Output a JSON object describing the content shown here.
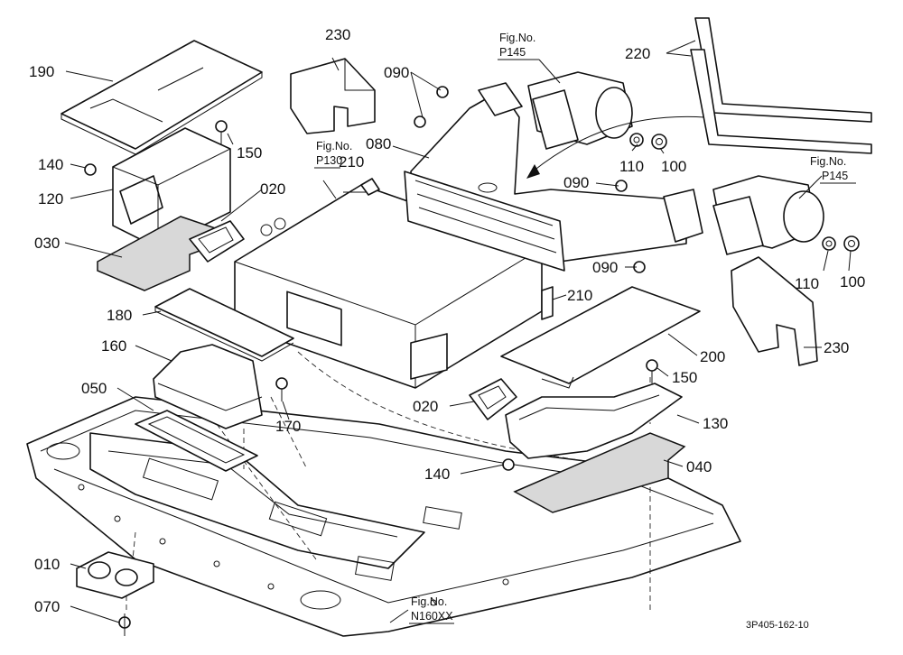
{
  "labels": {
    "p010": "010",
    "p020a": "020",
    "p020b": "020",
    "p030": "030",
    "p040": "040",
    "p050": "050",
    "p070": "070",
    "p080": "080",
    "p090a": "090",
    "p090b": "090",
    "p090c": "090",
    "p100a": "100",
    "p100b": "100",
    "p110a": "110",
    "p110b": "110",
    "p120": "120",
    "p130": "130",
    "p140a": "140",
    "p140b": "140",
    "p150a": "150",
    "p150b": "150",
    "p160": "160",
    "p170": "170",
    "p180": "180",
    "p190": "190",
    "p200": "200",
    "p210a": "210",
    "p210b": "210",
    "p220": "220",
    "p230a": "230",
    "p230b": "230"
  },
  "figrefs": {
    "title": "Fig.No.",
    "p145a": "P145",
    "p145b": "P145",
    "p130": "P130",
    "n160": "N160XX"
  },
  "drawing_code": "3P405-162-10"
}
